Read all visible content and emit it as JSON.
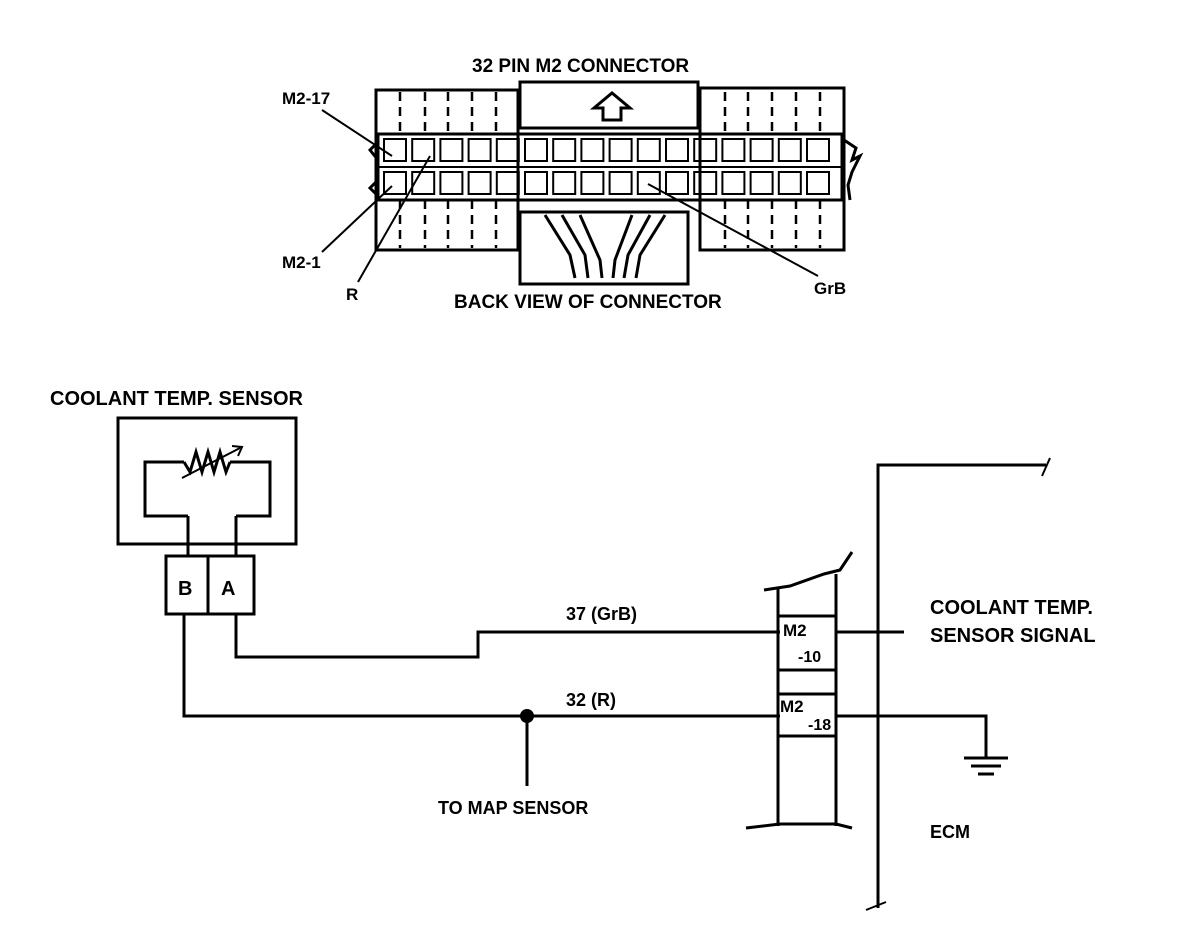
{
  "connector": {
    "title": "32 PIN M2 CONNECTOR",
    "pin_top_left": "M2-17",
    "pin_bottom_left": "M2-1",
    "wire_r": "R",
    "wire_grb": "GrB",
    "view_caption": "BACK VIEW OF CONNECTOR"
  },
  "sensor": {
    "title": "COOLANT TEMP. SENSOR",
    "terminal_b": "B",
    "terminal_a": "A"
  },
  "wires": {
    "signal_wire": "37 (GrB)",
    "ground_wire": "32 (R)",
    "map_sensor": "TO MAP SENSOR"
  },
  "ecm": {
    "pin_10_top": "M2",
    "pin_10_bottom": "-10",
    "pin_18_top": "M2",
    "pin_18_bottom": "-18",
    "signal_label_1": "COOLANT TEMP.",
    "signal_label_2": "SENSOR SIGNAL",
    "label": "ECM"
  }
}
